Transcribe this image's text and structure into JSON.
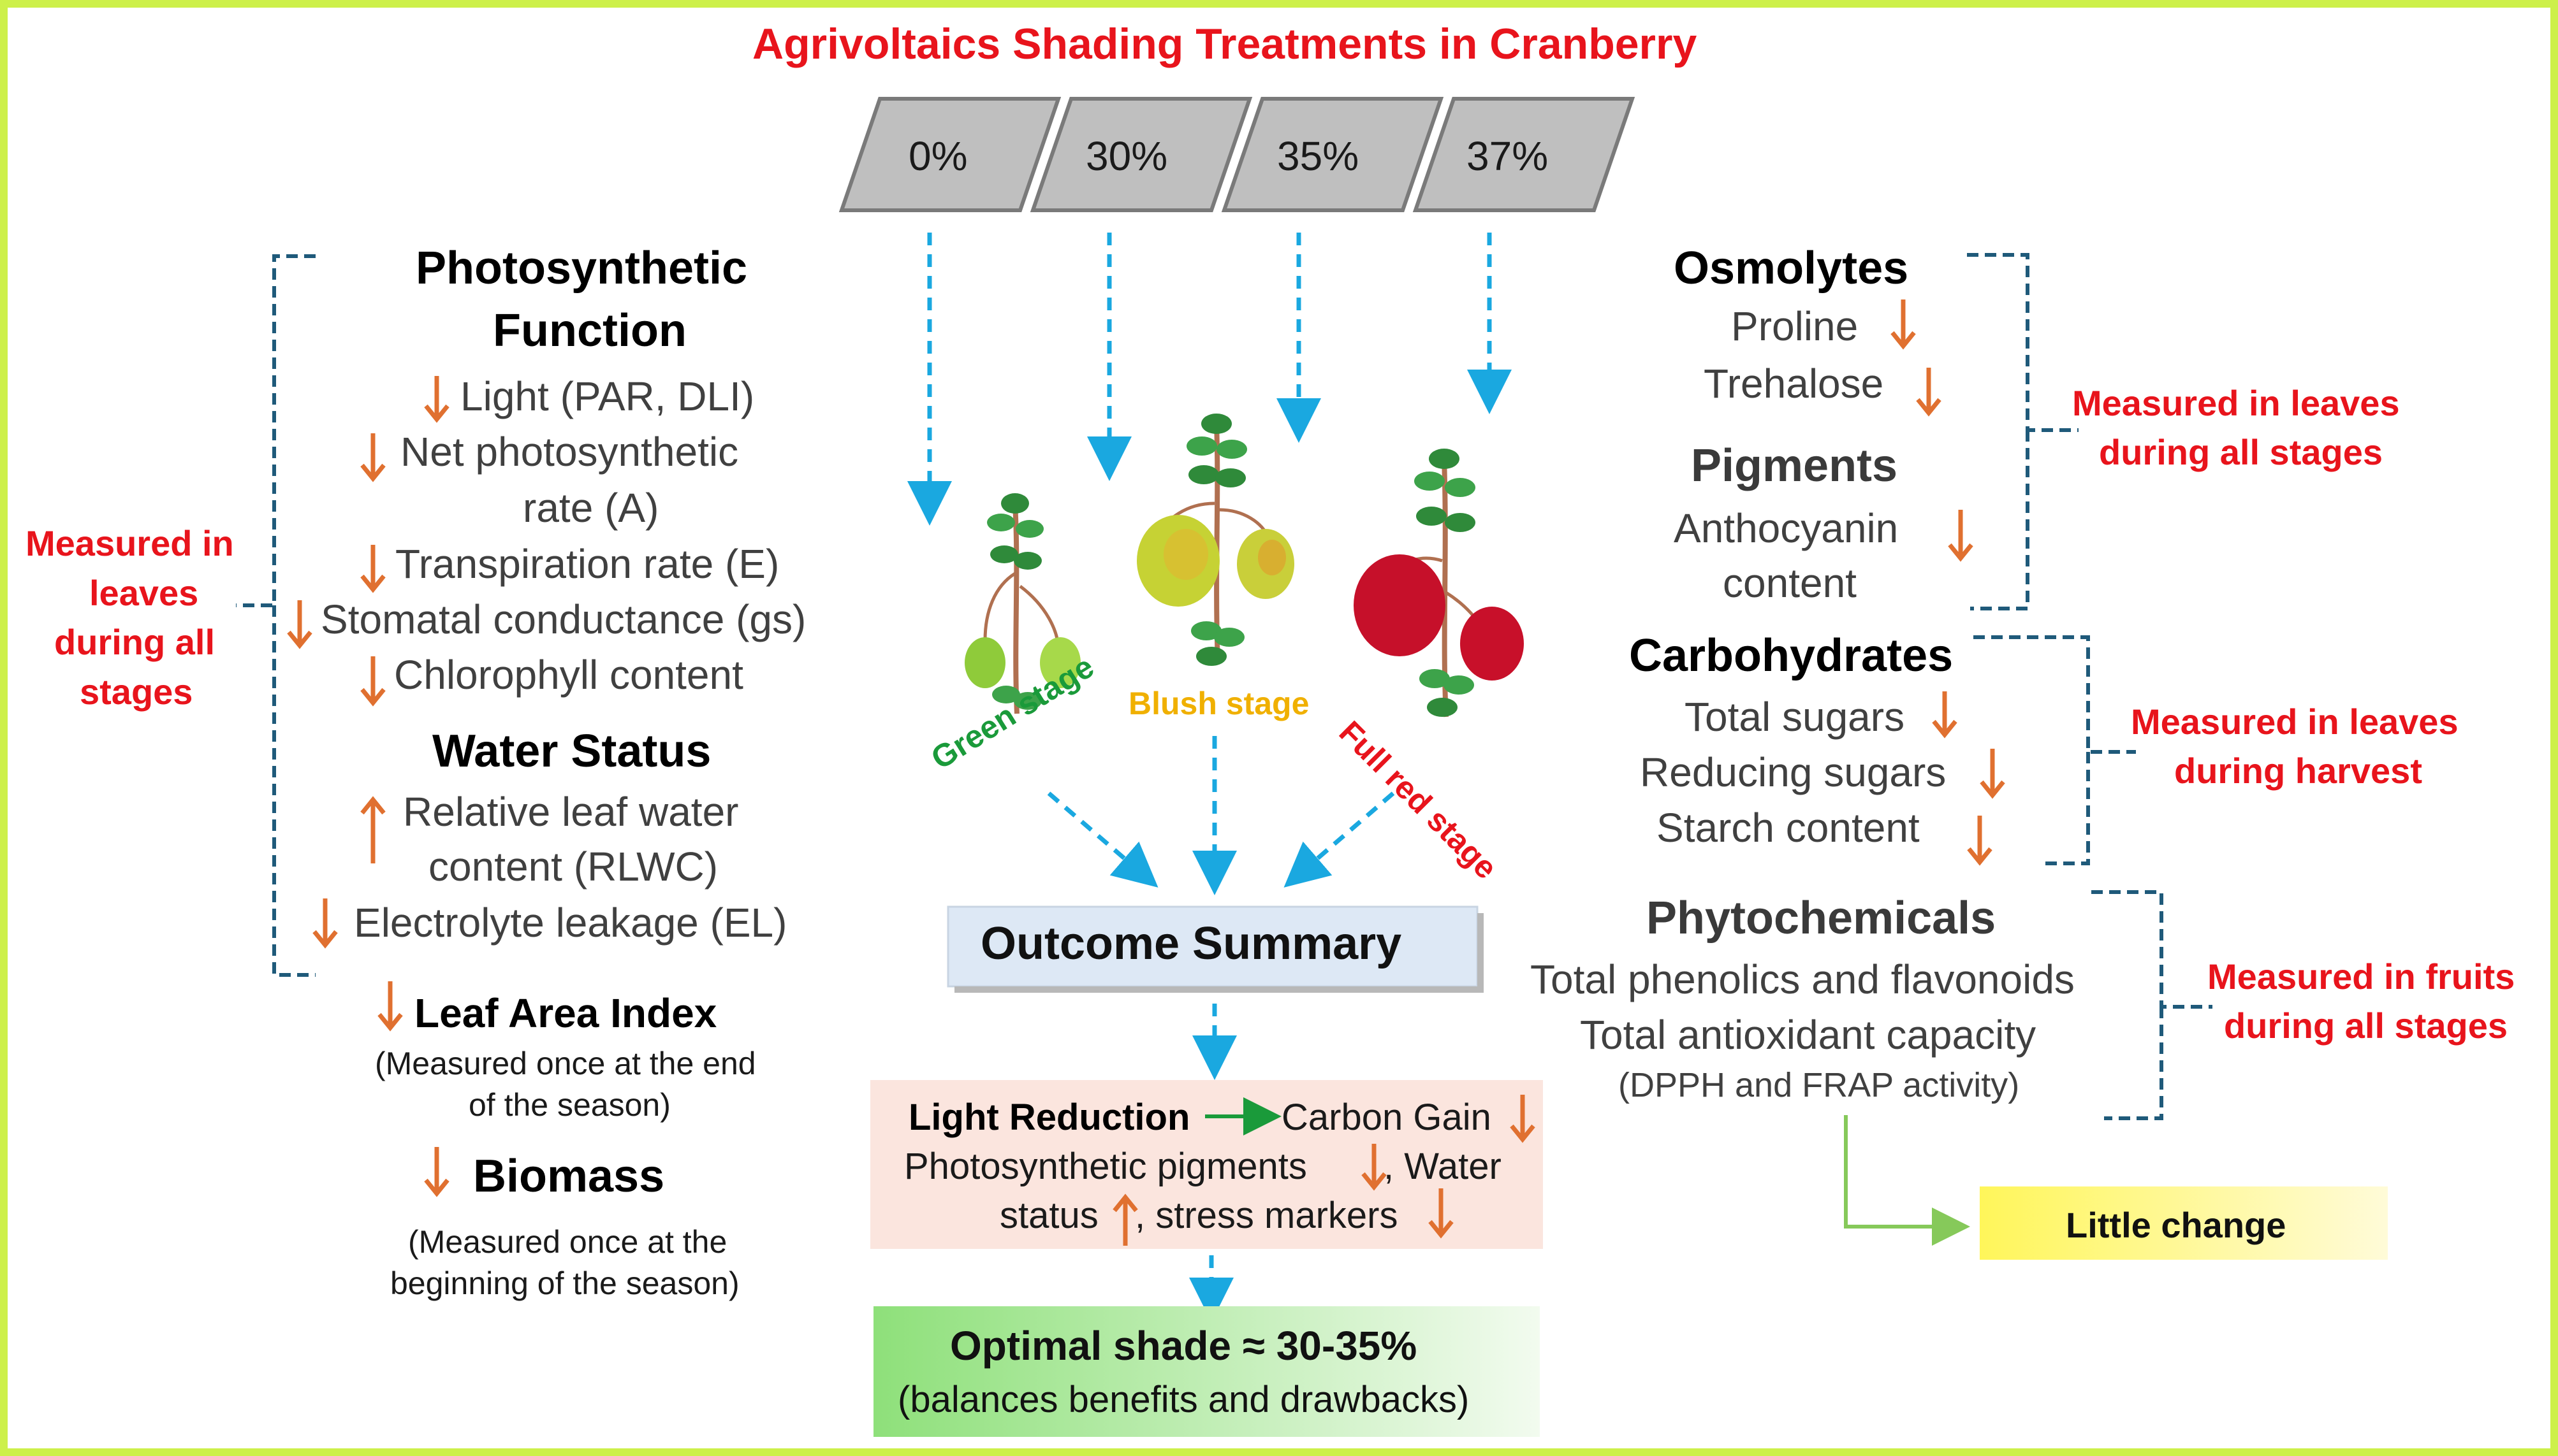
{
  "title": "Agrivoltaics Shading Treatments in Cranberry",
  "treatments": [
    "0%",
    "30%",
    "35%",
    "37%"
  ],
  "stages": [
    "Green stage",
    "Blush stage",
    "Full red stage"
  ],
  "left": {
    "photo_title_1": "Photosynthetic",
    "photo_title_2": "Function",
    "light": "Light (PAR, DLI)",
    "net_photo_1": "Net photosynthetic",
    "net_photo_2": "rate (A)",
    "transp": "Transpiration rate (E)",
    "stomatal": "Stomatal conductance (gs)",
    "chloro": "Chlorophyll content",
    "water_title": "Water Status",
    "rlwc_1": "Relative leaf water",
    "rlwc_2": "content (RLWC)",
    "el": "Electrolyte leakage (EL)",
    "lai_title": "Leaf Area Index",
    "lai_note_1": "(Measured once at the end",
    "lai_note_2": "of the season)",
    "biomass_title": "Biomass",
    "biomass_note_1": "(Measured once at the",
    "biomass_note_2": "beginning of the season)",
    "measured_1": "Measured in",
    "measured_2": "leaves",
    "measured_3": "during all",
    "measured_4": "stages"
  },
  "center": {
    "outcome": "Outcome Summary",
    "light_reduction": "Light Reduction",
    "carbon_gain": "Carbon Gain",
    "photo_pigments": "Photosynthetic pigments",
    "water": ", Water",
    "status": "status",
    "stress": ", stress markers",
    "optimal_title": "Optimal shade ≈ 30-35%",
    "optimal_note": "(balances benefits and drawbacks)"
  },
  "right": {
    "osmo_title": "Osmolytes",
    "proline": "Proline",
    "trehalose": "Trehalose",
    "pig_title": "Pigments",
    "antho_1": "Anthocyanin",
    "antho_2": "content",
    "carb_title": "Carbohydrates",
    "total_sugars": "Total sugars",
    "reducing": "Reducing sugars",
    "starch": "Starch content",
    "phyto_title": "Phytochemicals",
    "phenolics": "Total phenolics and flavonoids",
    "antiox": "Total antioxidant capacity",
    "dpph": "(DPPH and FRAP activity)",
    "m1_a": "Measured in leaves",
    "m1_b": "during all stages",
    "m2_a": "Measured in leaves",
    "m2_b": "during harvest",
    "m3_a": "Measured in fruits",
    "m3_b": "during all stages",
    "little_change": "Little change"
  },
  "colors": {
    "red": "#e8141c",
    "down_arrow": "#e07030",
    "blue_dash": "#1aa8e0",
    "bracket": "#1f5a7a",
    "green_stage": "#1a9a3a",
    "blush_stage": "#f0b000",
    "full_red_stage": "#e8141c"
  }
}
